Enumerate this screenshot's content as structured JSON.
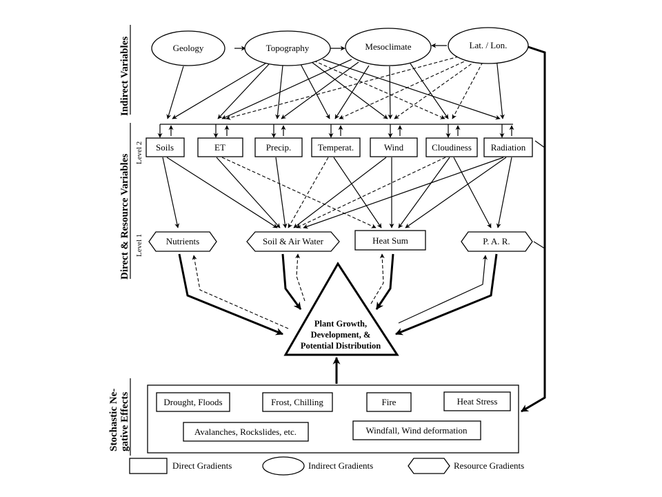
{
  "side_labels": {
    "indirect": "Indirect Variables",
    "direct": "Direct & Resource Variables",
    "stochastic_1": "Stochastic Ne-",
    "stochastic_2": "gative Effects"
  },
  "level_labels": {
    "level2": "Level 2",
    "level1": "Level 1"
  },
  "indirect_nodes": [
    "Geology",
    "Topography",
    "Mesoclimate",
    "Lat. / Lon."
  ],
  "direct_nodes": [
    "Soils",
    "ET",
    "Precip.",
    "Temperat.",
    "Wind",
    "Cloudiness",
    "Radiation"
  ],
  "resource_nodes": [
    "Nutrients",
    "Soil & Air Water",
    "Heat Sum",
    "P. A. R."
  ],
  "center": [
    "Plant Growth,",
    "Development, &",
    "Potential Distribution"
  ],
  "stochastic_row1": [
    "Drought, Floods",
    "Frost, Chilling",
    "Fire",
    "Heat Stress"
  ],
  "stochastic_row2": [
    "Avalanches, Rockslides, etc.",
    "Windfall, Wind deformation"
  ],
  "legend": {
    "direct": "Direct Gradients",
    "indirect": "Indirect Gradients",
    "resource": "Resource Gradients"
  }
}
